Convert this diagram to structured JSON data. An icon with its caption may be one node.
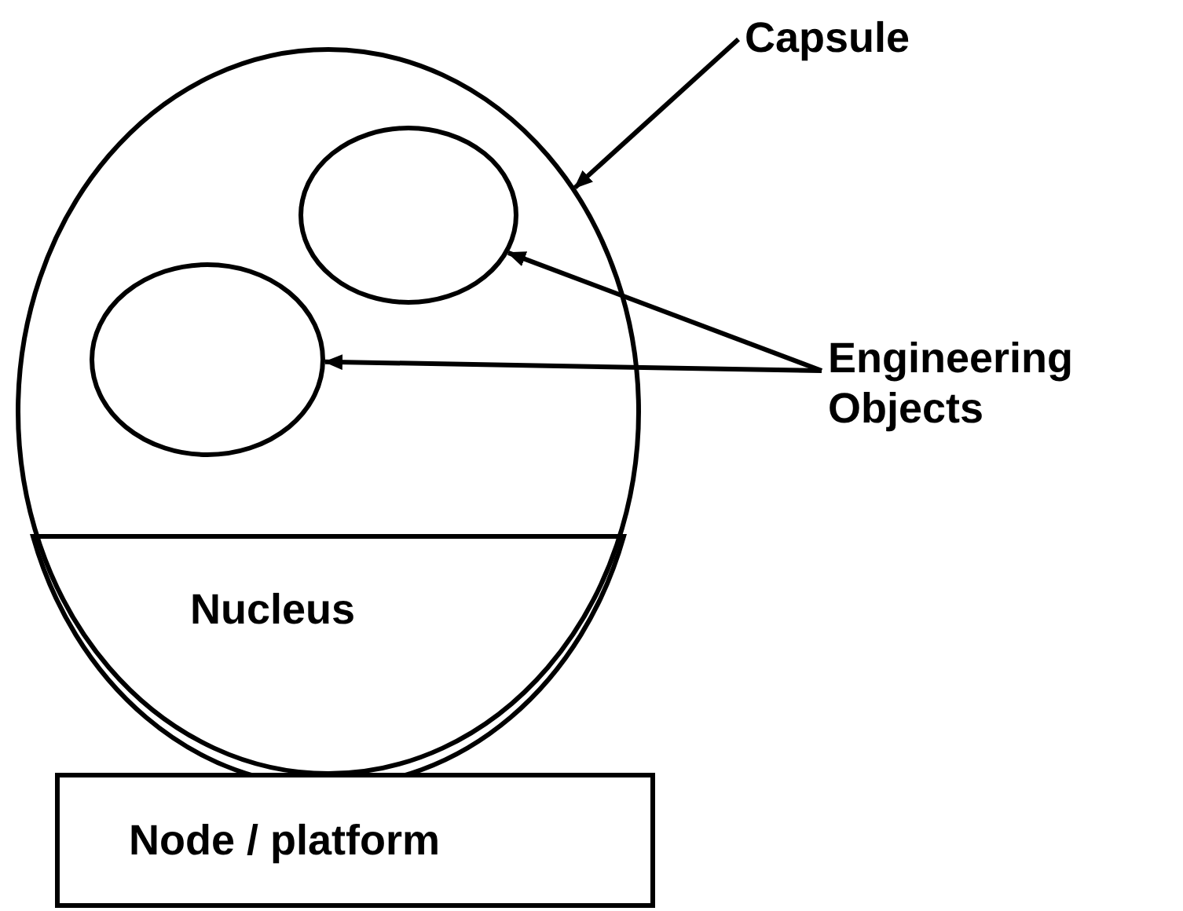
{
  "diagram": {
    "nodes": [
      {
        "text": [
          "Capsule"
        ]
      },
      {
        "text": [],
        "shape": "ellipse"
      },
      {
        "text": [],
        "shape": "ellipse",
        "in": 1
      },
      {
        "text": [],
        "shape": "ellipse",
        "in": 1
      },
      {
        "text": [
          "Engineering Objects"
        ]
      },
      {
        "text": [
          "Nucleus"
        ],
        "in": 1
      },
      {
        "text": [
          "Node / platform"
        ]
      }
    ],
    "edges": [
      {
        "from": 0,
        "to": 1,
        "arrow": "to"
      },
      {
        "from": 4,
        "to": 2,
        "arrow": "to"
      },
      {
        "from": 4,
        "to": 3,
        "arrow": "to"
      }
    ]
  }
}
